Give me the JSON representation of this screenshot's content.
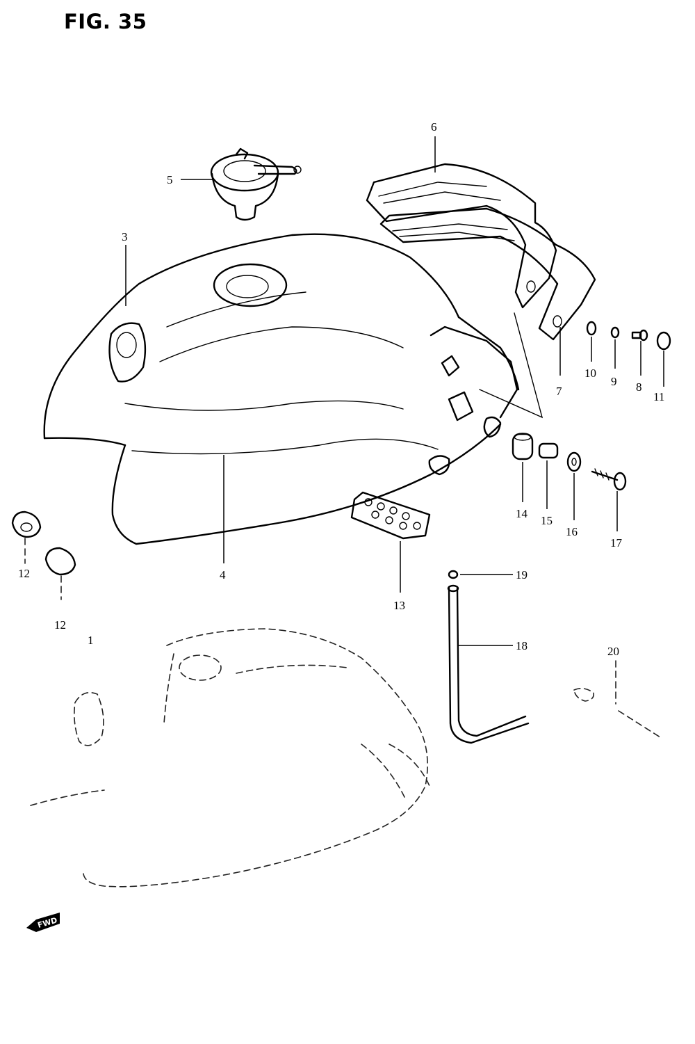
{
  "figure": {
    "title": "FIG. 35"
  },
  "callouts": {
    "c1": "1",
    "c3": "3",
    "c4": "4",
    "c5": "5",
    "c6": "6",
    "c7": "7",
    "c8": "8",
    "c9": "9",
    "c10": "10",
    "c11": "11",
    "c12a": "12",
    "c12b": "12",
    "c13": "13",
    "c14": "14",
    "c15": "15",
    "c16": "16",
    "c17": "17",
    "c18": "18",
    "c19": "19",
    "c20": "20"
  },
  "direction_marker": {
    "label": "FWD"
  },
  "drawing_code": ""
}
